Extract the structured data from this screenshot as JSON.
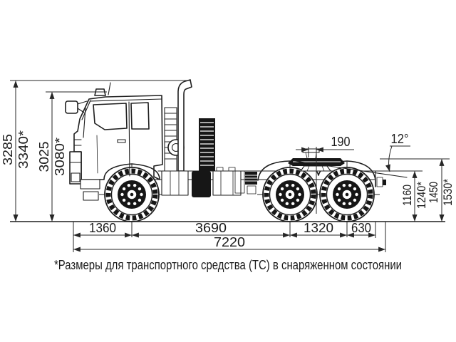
{
  "drawing": {
    "subject": "truck-tractor-side-view",
    "line_color": "#1e1e1e",
    "background": "#ffffff"
  },
  "dimensions": {
    "overall_height": "3285",
    "overall_height_loaded": "3340*",
    "cab_height": "3025",
    "cab_height_loaded": "3080*",
    "fifth_wheel_lead": "190",
    "ramp_angle": "12°",
    "frame_height": "1160",
    "frame_height_loaded": "1240*",
    "fifth_wheel_height": "1450",
    "fifth_wheel_height_loaded": "1530*",
    "front_overhang": "1360",
    "wheelbase": "3690",
    "bogie_base": "1320",
    "rear_overhang": "630",
    "overall_length": "7220"
  },
  "footnote": "*Размеры для транспортного средства (ТС) в снаряженном состоянии"
}
